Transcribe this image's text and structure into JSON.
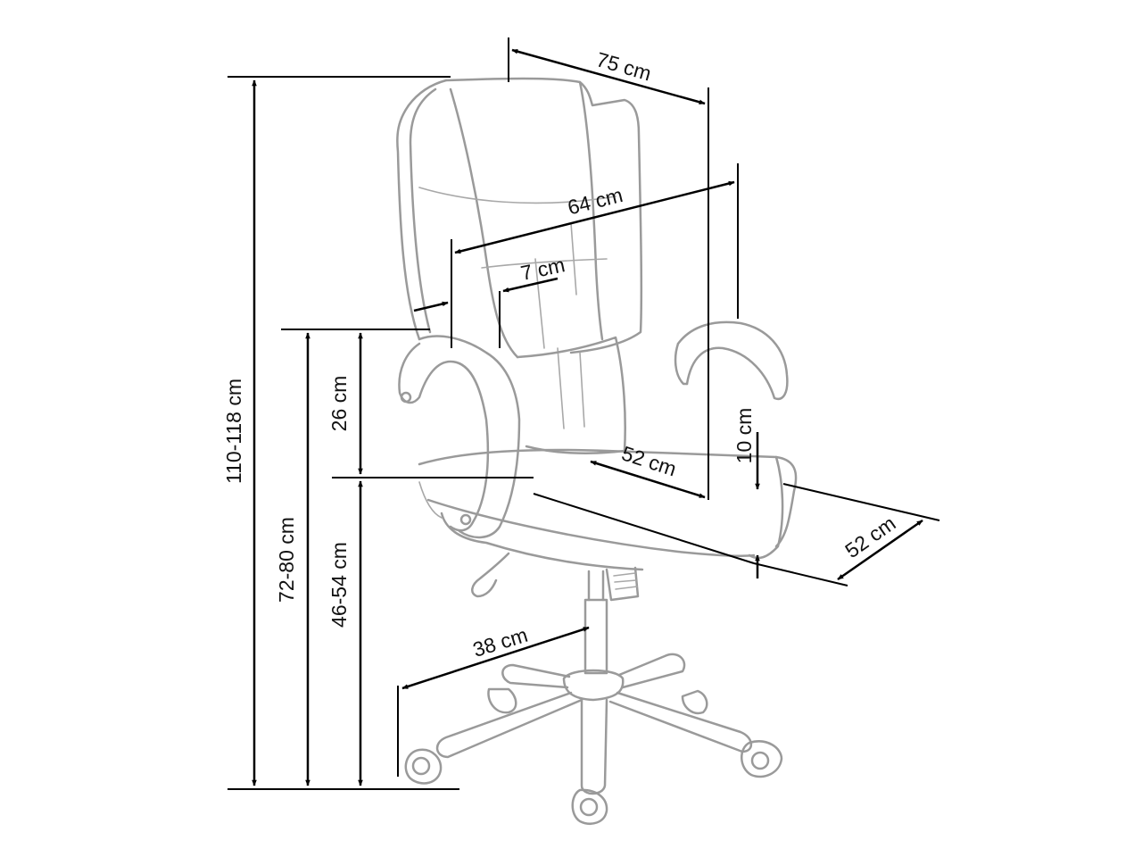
{
  "diagram": {
    "subject": "office-chair",
    "line_colors": {
      "chair_outline": "#9a9a9a",
      "dimension": "#000000"
    },
    "dimensions": {
      "total_height": "110-118 cm",
      "armrest_height": "72-80 cm",
      "seat_height": "46-54 cm",
      "armrest_above_seat": "26 cm",
      "overall_width": "75 cm",
      "backrest_width": "64 cm",
      "armrest_width": "7 cm",
      "seat_width": "52 cm",
      "seat_depth": "52 cm",
      "seat_thickness": "10 cm",
      "base_radius": "38 cm"
    }
  }
}
